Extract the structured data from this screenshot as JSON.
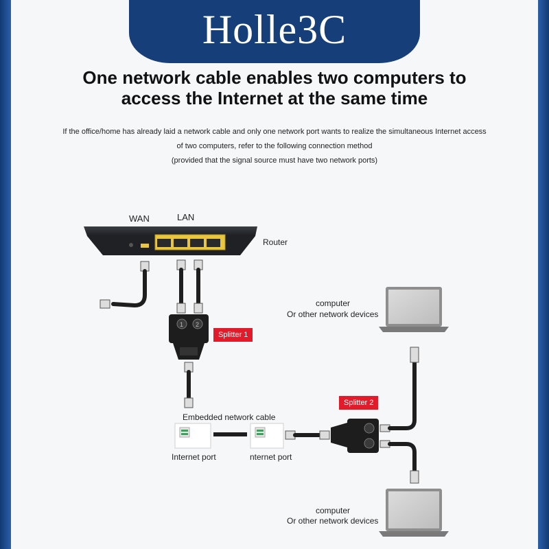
{
  "brand": {
    "name": "Holle3C"
  },
  "headline": {
    "line1": "One network cable enables two computers to",
    "line2": "access the Internet at the same time"
  },
  "description": {
    "line1": "If the office/home has already laid a network cable and only one network port wants to realize the simultaneous Internet access",
    "line2": "of two computers, refer to the following connection method",
    "line3": "(provided that the signal source must have two network ports)"
  },
  "diagram": {
    "router": {
      "wan_label": "WAN",
      "lan_label": "LAN",
      "name": "Router"
    },
    "splitter1": {
      "label": "Splitter 1"
    },
    "splitter2": {
      "label": "Splitter 2"
    },
    "cable_label": "Embedded network cable",
    "port_left_label": "Internet port",
    "port_right_label": "nternet port",
    "computer_top": {
      "line1": "computer",
      "line2": "Or other network devices"
    },
    "computer_bottom": {
      "line1": "computer",
      "line2": "Or other network devices"
    }
  },
  "colors": {
    "banner": "#163f7a",
    "tag": "#e21b2b",
    "lan_ports": "#e8c640"
  }
}
